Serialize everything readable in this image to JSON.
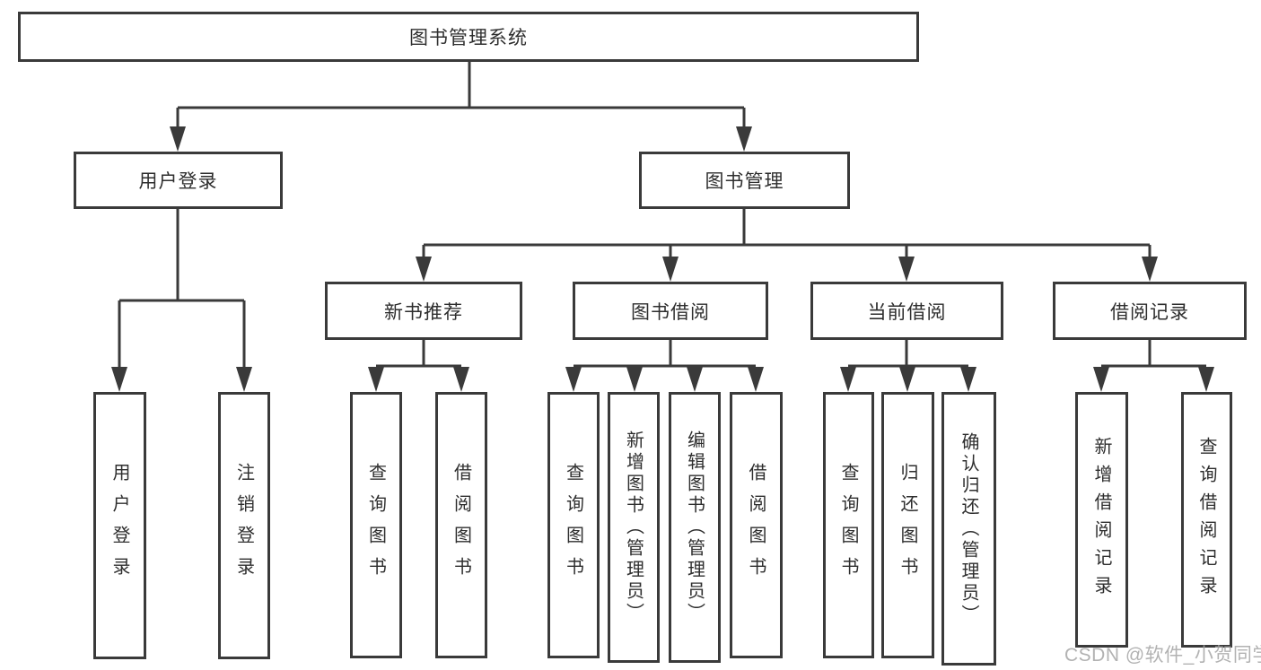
{
  "root": {
    "label": "图书管理系统"
  },
  "branches": [
    {
      "label": "用户登录",
      "children": [
        {
          "label": "用户登录"
        },
        {
          "label": "注销登录"
        }
      ]
    },
    {
      "label": "图书管理",
      "children": [
        {
          "label": "新书推荐",
          "children": [
            {
              "label": "查询图书"
            },
            {
              "label": "借阅图书"
            }
          ]
        },
        {
          "label": "图书借阅",
          "children": [
            {
              "label": "查询图书"
            },
            {
              "label": "新增图书（管理员）"
            },
            {
              "label": "编辑图书（管理员）"
            },
            {
              "label": "借阅图书"
            }
          ]
        },
        {
          "label": "当前借阅",
          "children": [
            {
              "label": "查询图书"
            },
            {
              "label": "归还图书"
            },
            {
              "label": "确认归还（管理员）"
            }
          ]
        },
        {
          "label": "借阅记录",
          "children": [
            {
              "label": "新增借阅记录"
            },
            {
              "label": "查询借阅记录"
            }
          ]
        }
      ]
    }
  ],
  "watermark": "CSDN @软件_小贺同学",
  "colors": {
    "line": "#3a3a3a",
    "text": "#2e2e2e",
    "watermark": "#a5a5a5",
    "background": "#ffffff"
  }
}
